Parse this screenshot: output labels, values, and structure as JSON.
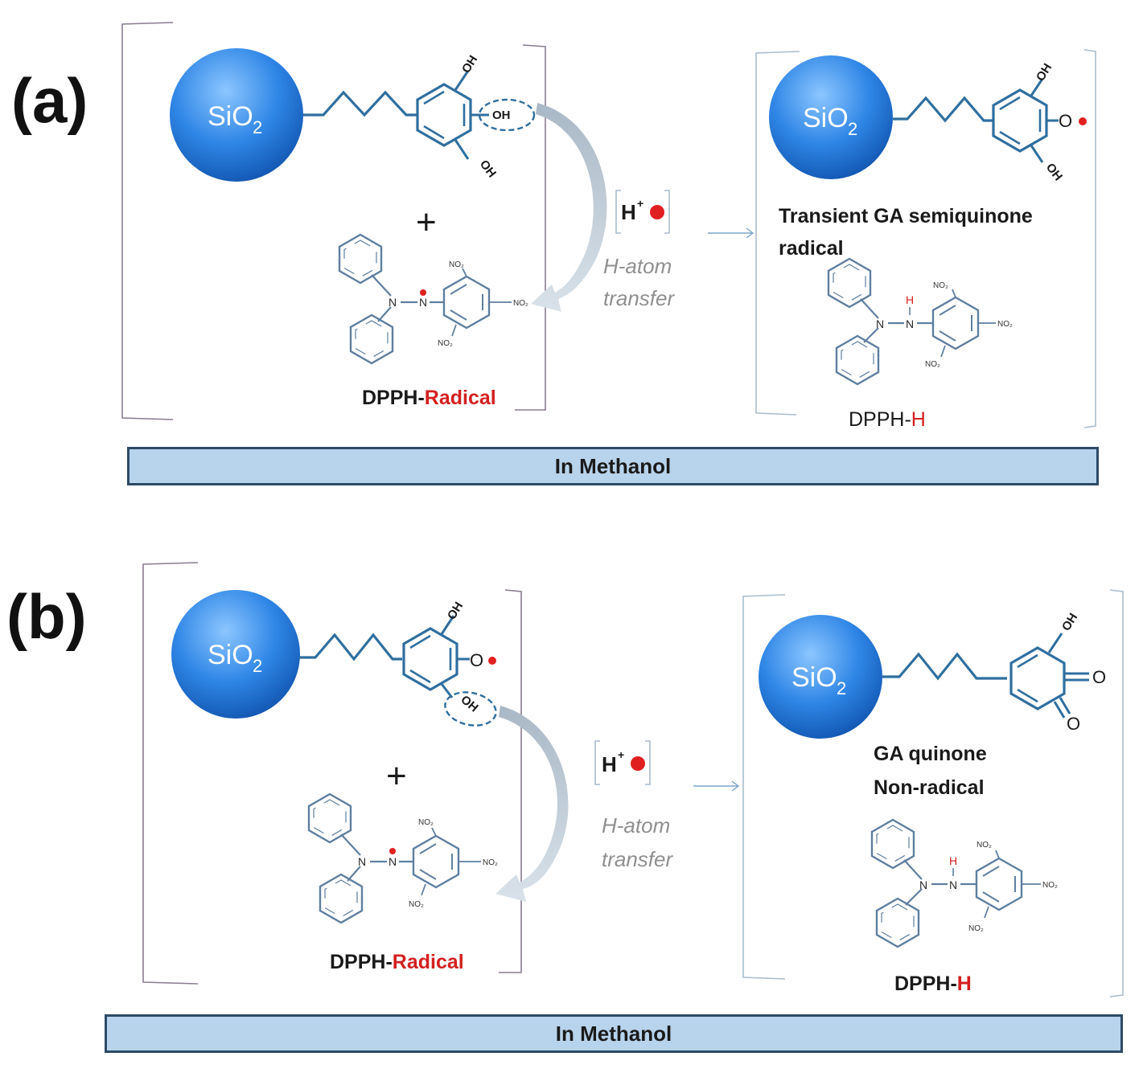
{
  "panels": [
    {
      "label": "(a)",
      "left": {
        "particle": {
          "text": "SiO",
          "subscript": "2"
        },
        "substituents": {
          "top": "OH",
          "middle": "OH",
          "bottom": "OH"
        },
        "plus": "+",
        "dpph": {
          "n1": "N",
          "n2": "N",
          "nitro_top": "NO₂",
          "nitro_right": "NO₂",
          "nitro_bottom": "NO₂"
        },
        "name_prefix": "DPPH-",
        "name_suffix": "Radical"
      },
      "transfer": {
        "h": "H",
        "charge": "+",
        "line1": "H-atom",
        "line2": "transfer"
      },
      "right": {
        "particle": {
          "text": "SiO",
          "subscript": "2"
        },
        "substituents": {
          "top": "OH",
          "middle": "O",
          "bottom": "OH"
        },
        "product_line1": "Transient GA semiquinone",
        "product_line2": "radical",
        "dpph": {
          "h": "H",
          "n1": "N",
          "n2": "N",
          "nitro_top": "NO₂",
          "nitro_right": "NO₂",
          "nitro_bottom": "NO₂"
        },
        "name_prefix": "DPPH-",
        "name_suffix": "H"
      },
      "solvent": "In Methanol"
    },
    {
      "label": "(b)",
      "left": {
        "particle": {
          "text": "SiO",
          "subscript": "2"
        },
        "substituents": {
          "top": "OH",
          "middle": "O",
          "bottom": "OH"
        },
        "plus": "+",
        "dpph": {
          "n1": "N",
          "n2": "N",
          "nitro_top": "NO₂",
          "nitro_right": "NO₂",
          "nitro_bottom": "NO₂"
        },
        "name_prefix": "DPPH-",
        "name_suffix": "Radical"
      },
      "transfer": {
        "h": "H",
        "charge": "+",
        "line1": "H-atom",
        "line2": "transfer"
      },
      "right": {
        "particle": {
          "text": "SiO",
          "subscript": "2"
        },
        "substituents": {
          "top": "OH",
          "middle": "O",
          "bottom": "O"
        },
        "product_line1": "GA quinone",
        "product_line2": "Non-radical",
        "dpph": {
          "h": "H",
          "n1": "N",
          "n2": "N",
          "nitro_top": "NO₂",
          "nitro_right": "NO₂",
          "nitro_bottom": "NO₂"
        },
        "name_prefix": "DPPH-",
        "name_suffix": "H"
      },
      "solvent": "In Methanol"
    }
  ],
  "colors": {
    "sphere_light": "#6fb3f5",
    "sphere_mid": "#2f86e6",
    "sphere_dark": "#1358b5",
    "bond": "#2f6f9f",
    "dpph_bond": "#5f7f9f",
    "radical_dot": "#e02020",
    "radical_red_text": "#d42020",
    "transfer_arrow": "#c5d0da",
    "bracket_left": "#8a7c90",
    "bracket_right": "#a9bccd",
    "solvent_fill": "#b8d3ec",
    "solvent_border": "#2c4a66"
  },
  "icons": [
    "radical-dot-icon",
    "curved-transfer-arrow-icon",
    "reaction-arrow-icon"
  ]
}
